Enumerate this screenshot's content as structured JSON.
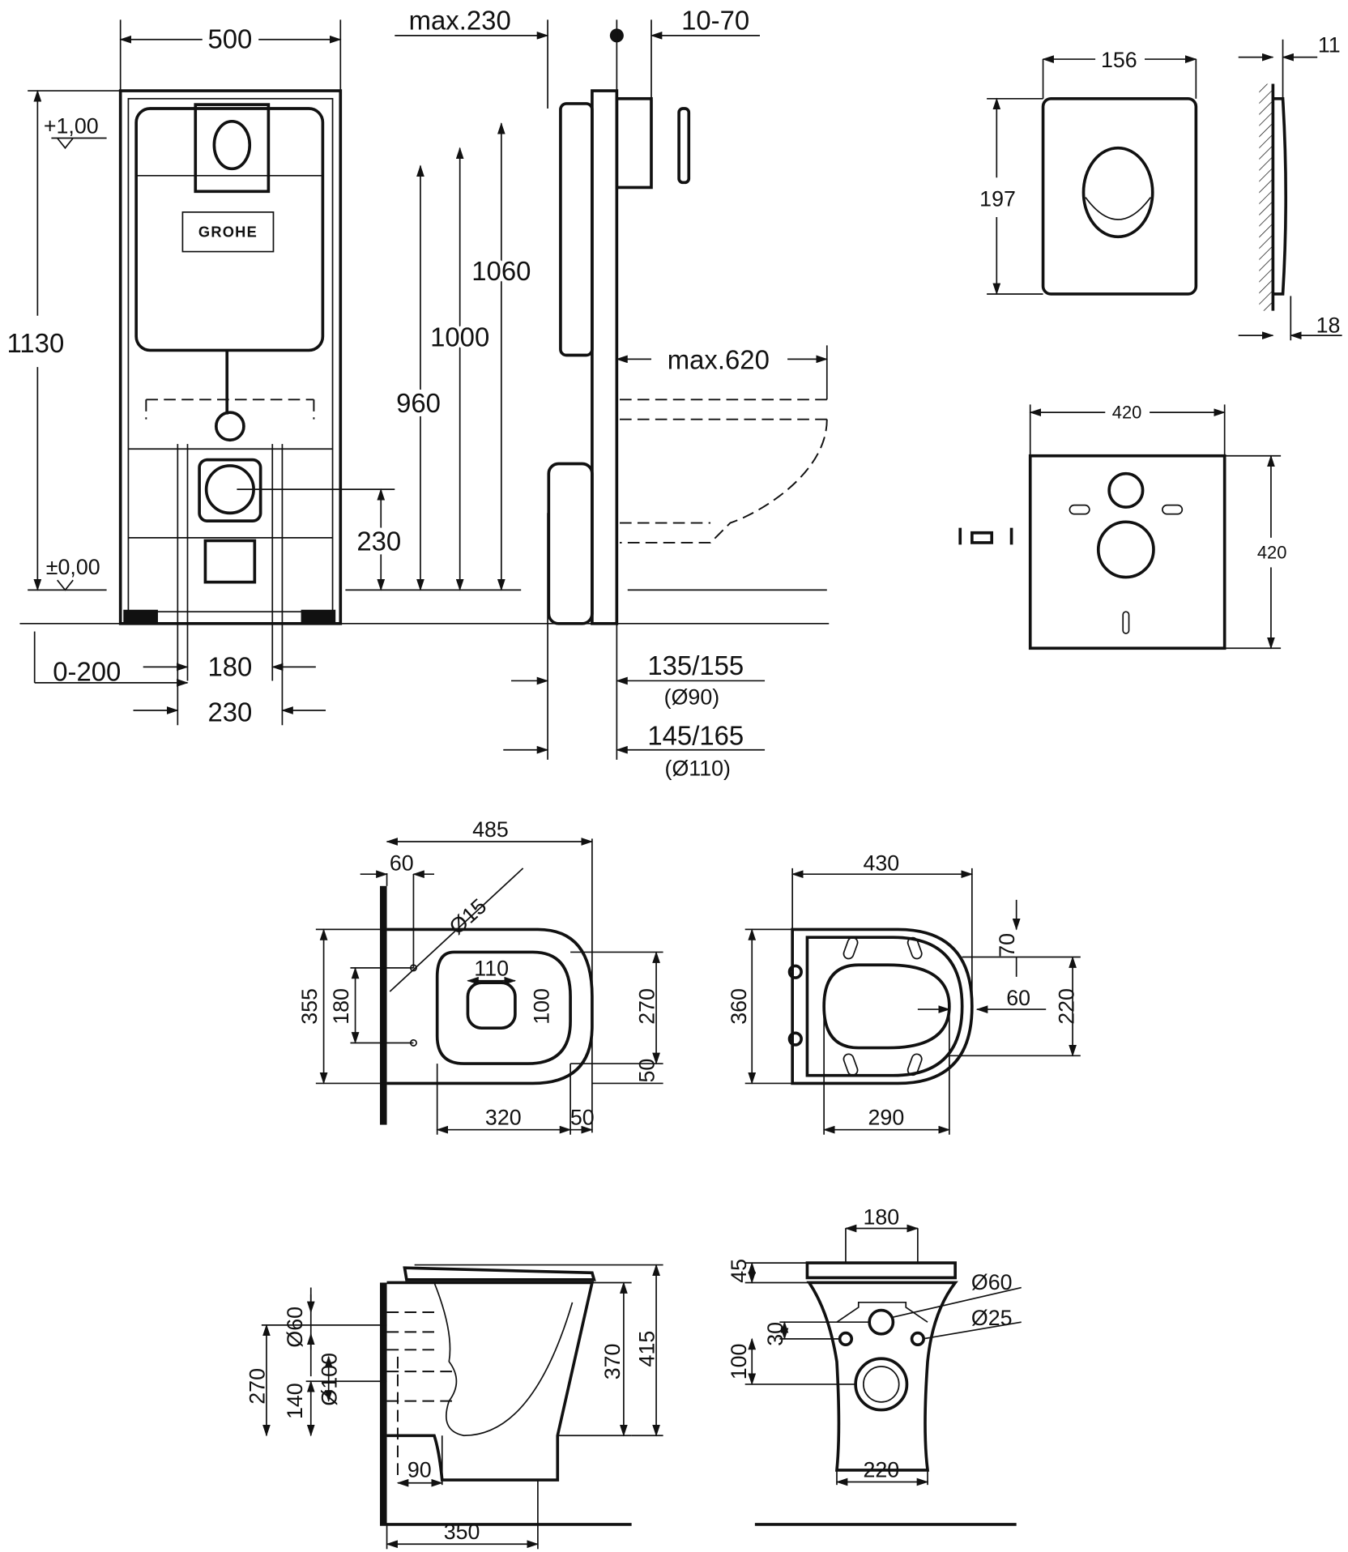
{
  "brand_logo": "GROHE",
  "installation_front": {
    "width": "500",
    "level_top": "+1,00",
    "height_total": "1130",
    "level_zero": "±0,00",
    "floor_offset": "0-200",
    "bolt_spacing": "180",
    "outlet_spacing": "230"
  },
  "installation_side": {
    "max_depth": "max.230",
    "wall_range": "10-70",
    "h1060": "1060",
    "h1000": "1000",
    "h960": "960",
    "h230": "230",
    "max_projection": "max.620",
    "dim_90": "135/155",
    "dim_90_sub": "(Ø90)",
    "dim_110": "145/165",
    "dim_110_sub": "(Ø110)"
  },
  "flush_plate": {
    "width": "156",
    "height": "197",
    "thickness": "11",
    "projection": "18"
  },
  "acoustic_plate": {
    "width": "420",
    "height": "420"
  },
  "bowl_top": {
    "length": "485",
    "offset": "60",
    "hole_dia": "Ø15",
    "opening_w": "110",
    "opening_h": "100",
    "width": "355",
    "bolt_spacing": "180",
    "inner_w": "270",
    "rim": "50",
    "inner_len": "320",
    "rim_front": "50"
  },
  "seat_top": {
    "length": "430",
    "h70": "70",
    "h60": "60",
    "h220": "220",
    "width": "360",
    "inner_len": "290"
  },
  "bowl_side": {
    "inlet_dia": "Ø60",
    "h270": "270",
    "outlet_dia": "Ø100",
    "h140": "140",
    "h370": "370",
    "h415": "415",
    "d90": "90",
    "depth": "350"
  },
  "bowl_front": {
    "top_w": "180",
    "h45": "45",
    "dia60": "Ø60",
    "h30": "30",
    "dia25": "Ø25",
    "h100": "100",
    "bottom_w": "220"
  }
}
